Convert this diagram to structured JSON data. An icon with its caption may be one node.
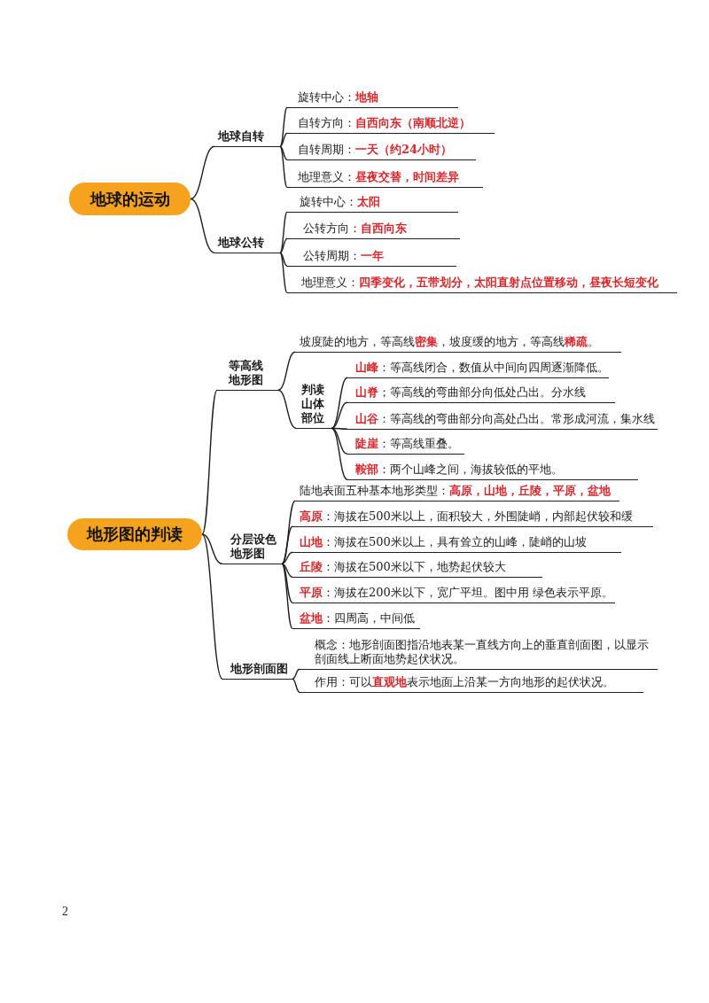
{
  "diagram": {
    "nodes": [
      {
        "text": [
          "地球的运动"
        ]
      },
      {
        "text": [
          "地球自转"
        ]
      },
      {
        "text": [
          "旋转中心：**地轴**"
        ]
      },
      {
        "text": [
          "自转方向：**自西向东（南顺北逆）**"
        ]
      },
      {
        "text": [
          "自转周期：**一天（约24小时）**"
        ]
      },
      {
        "text": [
          "地理意义：**昼夜交替，时间差异**"
        ]
      },
      {
        "text": [
          "地球公转"
        ]
      },
      {
        "text": [
          "旋转中心：**太阳**"
        ]
      },
      {
        "text": [
          "公转方向：**自西向东**"
        ]
      },
      {
        "text": [
          "公转周期：**一年**"
        ]
      },
      {
        "text": [
          "地理意义：**四季变化，五带划分，太阳直射点位置移动，昼夜长短变化**"
        ]
      },
      {
        "text": [
          "地形图的判读"
        ]
      },
      {
        "text": [
          "等高线地形图"
        ]
      },
      {
        "text": [
          "坡度陡的地方，等高线**密集**，坡度缓的地方，等高线**稀疏**。"
        ]
      },
      {
        "text": [
          "判读山体部位"
        ]
      },
      {
        "text": [
          "**山峰**：等高线闭合，数值从中间向四周逐渐降低。"
        ]
      },
      {
        "text": [
          "**山脊**；等高线的弯曲部分向低处凸出。分水线"
        ]
      },
      {
        "text": [
          "**山谷**：等高线的弯曲部分向高处凸出。常形成河流，集水线"
        ]
      },
      {
        "text": [
          "**陡崖**：等高线重叠。"
        ]
      },
      {
        "text": [
          "**鞍部**：两个山峰之间，海拔较低的平地。"
        ]
      },
      {
        "text": [
          "分层设色地形图"
        ]
      },
      {
        "text": [
          "陆地表面五种基本地形类型：**高原，山地，丘陵，平原，盆地**"
        ]
      },
      {
        "text": [
          "**高原**：海拔在500米以上，面积较大，外围陡峭，内部起伏较和缓"
        ]
      },
      {
        "text": [
          "**山地**：海拔在500米以上，具有耸立的山峰，陡峭的山坡"
        ]
      },
      {
        "text": [
          "**丘陵**：海拔在500米以下，地势起伏较大"
        ]
      },
      {
        "text": [
          "**平原**：海拔在200米以下，宽广平坦。图中用 绿色表示平原。"
        ]
      },
      {
        "text": [
          "**盆地**：四周高，中间低"
        ]
      },
      {
        "text": [
          "地形剖面图"
        ]
      },
      {
        "text": [
          "概念：地形剖面图指沿地表某一直线方向上的垂直剖面图，以显示剖面线上断面地势起伏状况。"
        ]
      },
      {
        "text": [
          "作用：可以**直观地**表示地面上沿某一方向地形的起伏状况。"
        ]
      }
    ],
    "edges": [
      {
        "from": 0,
        "to": 1,
        "arrow": "none"
      },
      {
        "from": 1,
        "to": 2,
        "arrow": "none"
      },
      {
        "from": 1,
        "to": 3,
        "arrow": "none"
      },
      {
        "from": 1,
        "to": 4,
        "arrow": "none"
      },
      {
        "from": 1,
        "to": 5,
        "arrow": "none"
      },
      {
        "from": 0,
        "to": 6,
        "arrow": "none"
      },
      {
        "from": 6,
        "to": 7,
        "arrow": "none"
      },
      {
        "from": 6,
        "to": 8,
        "arrow": "none"
      },
      {
        "from": 6,
        "to": 9,
        "arrow": "none"
      },
      {
        "from": 6,
        "to": 10,
        "arrow": "none"
      },
      {
        "from": 11,
        "to": 12,
        "arrow": "none"
      },
      {
        "from": 12,
        "to": 13,
        "arrow": "none"
      },
      {
        "from": 12,
        "to": 14,
        "arrow": "none"
      },
      {
        "from": 14,
        "to": 15,
        "arrow": "none"
      },
      {
        "from": 14,
        "to": 16,
        "arrow": "none"
      },
      {
        "from": 14,
        "to": 17,
        "arrow": "none"
      },
      {
        "from": 14,
        "to": 18,
        "arrow": "none"
      },
      {
        "from": 14,
        "to": 19,
        "arrow": "none"
      },
      {
        "from": 11,
        "to": 20,
        "arrow": "none"
      },
      {
        "from": 20,
        "to": 21,
        "arrow": "none"
      },
      {
        "from": 20,
        "to": 22,
        "arrow": "none"
      },
      {
        "from": 20,
        "to": 23,
        "arrow": "none"
      },
      {
        "from": 20,
        "to": 24,
        "arrow": "none"
      },
      {
        "from": 20,
        "to": 25,
        "arrow": "none"
      },
      {
        "from": 20,
        "to": 26,
        "arrow": "none"
      },
      {
        "from": 11,
        "to": 27,
        "arrow": "none"
      },
      {
        "from": 27,
        "to": 28,
        "arrow": "none"
      },
      {
        "from": 27,
        "to": 29,
        "arrow": "none"
      }
    ],
    "labels": [
      "2"
    ]
  }
}
